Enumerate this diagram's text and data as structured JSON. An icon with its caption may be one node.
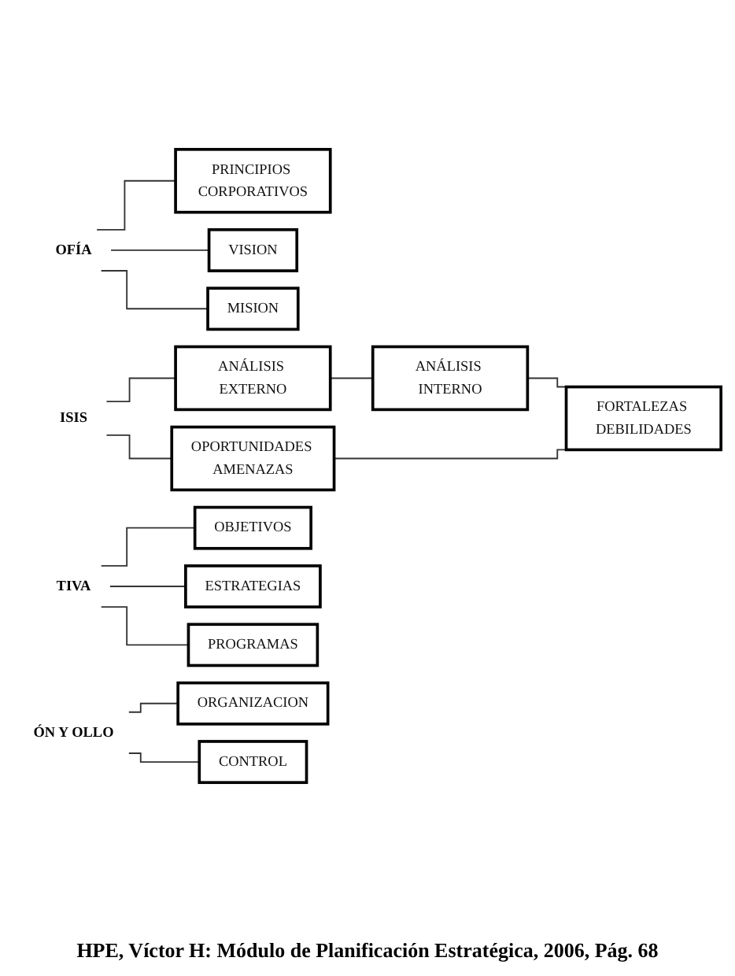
{
  "diagram": {
    "caption": "HPE, Víctor H: Módulo de Planificación Estratégica, 2006, Pág. 68",
    "nodes": [
      {
        "text": [
          "OFÍA"
        ]
      },
      {
        "text": [
          "PRINCIPIOS CORPORATIVOS"
        ]
      },
      {
        "text": [
          "VISION"
        ]
      },
      {
        "text": [
          "MISION"
        ]
      },
      {
        "text": [
          "ISIS"
        ]
      },
      {
        "text": [
          "ANÁLISIS EXTERNO"
        ]
      },
      {
        "text": [
          "ANÁLISIS INTERNO"
        ]
      },
      {
        "text": [
          "OPORTUNIDADES AMENAZAS"
        ]
      },
      {
        "text": [
          "FORTALEZAS DEBILIDADES"
        ]
      },
      {
        "text": [
          "TIVA"
        ]
      },
      {
        "text": [
          "OBJETIVOS"
        ]
      },
      {
        "text": [
          "ESTRATEGIAS"
        ]
      },
      {
        "text": [
          "PROGRAMAS"
        ]
      },
      {
        "text": [
          "ÓN Y OLLO"
        ]
      },
      {
        "text": [
          "ORGANIZACION"
        ]
      },
      {
        "text": [
          "CONTROL"
        ]
      }
    ],
    "edges": [
      {
        "from": 0,
        "to": 1,
        "arrow": "none"
      },
      {
        "from": 0,
        "to": 2,
        "arrow": "none"
      },
      {
        "from": 0,
        "to": 3,
        "arrow": "none"
      },
      {
        "from": 4,
        "to": 5,
        "arrow": "none"
      },
      {
        "from": 4,
        "to": 7,
        "arrow": "none"
      },
      {
        "from": 5,
        "to": 6,
        "arrow": "none"
      },
      {
        "from": 6,
        "to": 8,
        "arrow": "none"
      },
      {
        "from": 7,
        "to": 8,
        "arrow": "none"
      },
      {
        "from": 9,
        "to": 10,
        "arrow": "none"
      },
      {
        "from": 9,
        "to": 11,
        "arrow": "none"
      },
      {
        "from": 9,
        "to": 12,
        "arrow": "none"
      },
      {
        "from": 13,
        "to": 14,
        "arrow": "none"
      },
      {
        "from": 13,
        "to": 15,
        "arrow": "none"
      }
    ]
  }
}
